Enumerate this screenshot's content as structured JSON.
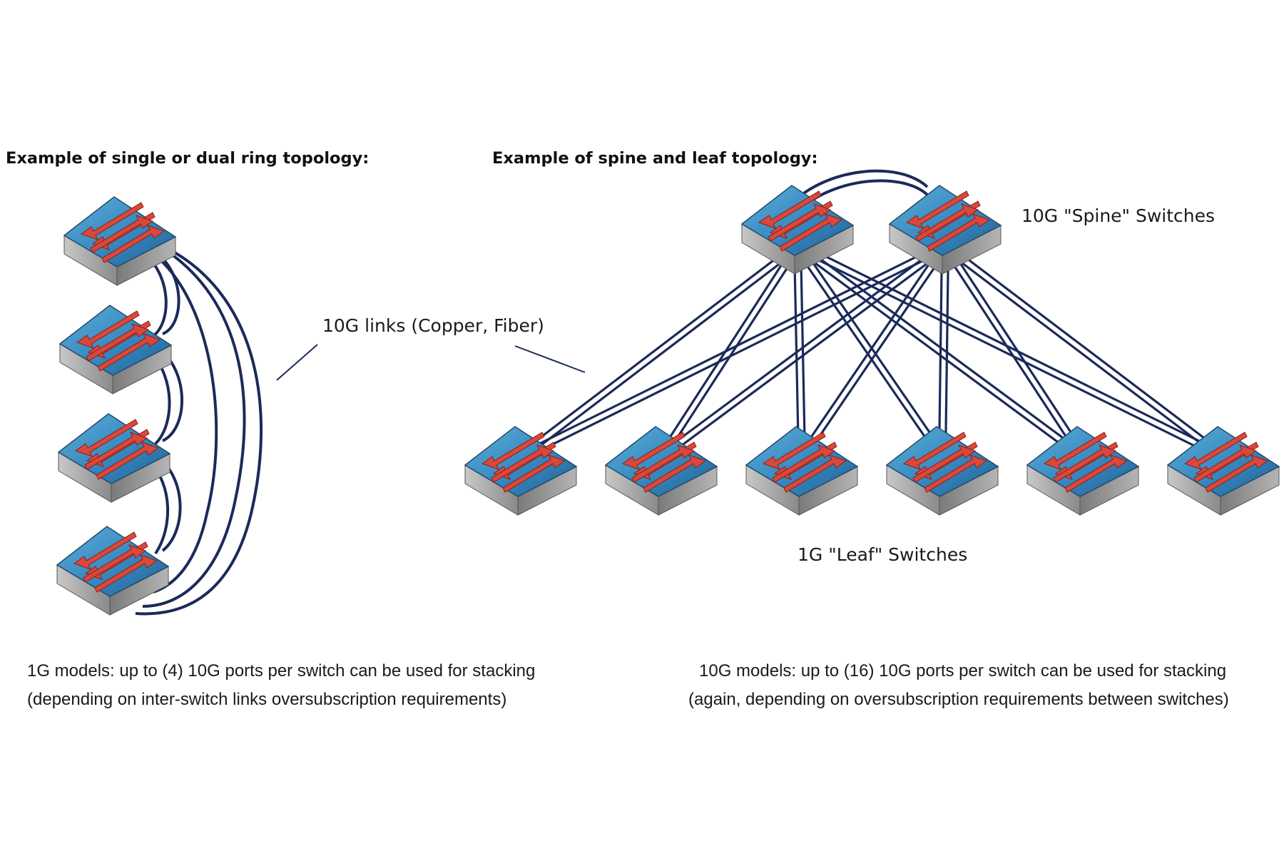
{
  "ring": {
    "heading": "Example of single or dual ring topology:",
    "caption_line1": "1G models: up to (4) 10G ports per switch can be used for stacking",
    "caption_line2": "(depending on inter-switch links oversubscription requirements)"
  },
  "spine_leaf": {
    "heading": "Example of spine and leaf topology:",
    "spine_label": "10G \"Spine\" Switches",
    "leaf_label": "1G  \"Leaf\" Switches",
    "caption_line1": "10G models: up to (16) 10G ports per switch can be used for stacking",
    "caption_line2": "(again, depending on oversubscription requirements between switches)"
  },
  "links_label": "10G links (Copper, Fiber)",
  "icons": {
    "switch": "network-switch-icon"
  },
  "colors": {
    "switch_face": "#3f8fc4",
    "switch_side": "#8c8c8c",
    "arrow": "#d9483b",
    "link": "#1b2a5a"
  }
}
